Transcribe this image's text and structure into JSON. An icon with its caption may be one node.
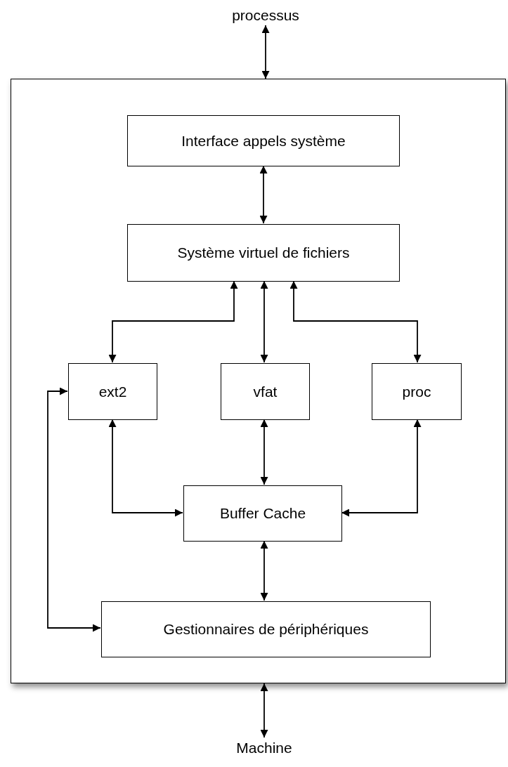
{
  "diagram": {
    "nodes": [
      {
        "text": [
          "processus"
        ]
      },
      {
        "text": [],
        "shape": "box"
      },
      {
        "text": [
          "Interface appels système"
        ],
        "in": 1
      },
      {
        "text": [
          "Système virtuel de fichiers"
        ],
        "in": 1
      },
      {
        "text": [
          "ext2"
        ],
        "in": 1
      },
      {
        "text": [
          "vfat"
        ],
        "in": 1
      },
      {
        "text": [
          "proc"
        ],
        "in": 1
      },
      {
        "text": [
          "Buffer Cache"
        ],
        "in": 1
      },
      {
        "text": [
          "Gestionnaires de périphériques"
        ],
        "in": 1
      },
      {
        "text": [
          "Machine"
        ]
      }
    ],
    "edges": [
      {
        "from": 0,
        "to": 1,
        "arrow": "both"
      },
      {
        "from": 2,
        "to": 3,
        "arrow": "both"
      },
      {
        "from": 3,
        "to": 4,
        "arrow": "both"
      },
      {
        "from": 3,
        "to": 5,
        "arrow": "both"
      },
      {
        "from": 3,
        "to": 6,
        "arrow": "both"
      },
      {
        "from": 4,
        "to": 7,
        "arrow": "both"
      },
      {
        "from": 5,
        "to": 7,
        "arrow": "both"
      },
      {
        "from": 6,
        "to": 7,
        "arrow": "both"
      },
      {
        "from": 7,
        "to": 8,
        "arrow": "both"
      },
      {
        "from": 4,
        "to": 8,
        "arrow": "both"
      },
      {
        "from": 1,
        "to": 9,
        "arrow": "both"
      }
    ]
  }
}
